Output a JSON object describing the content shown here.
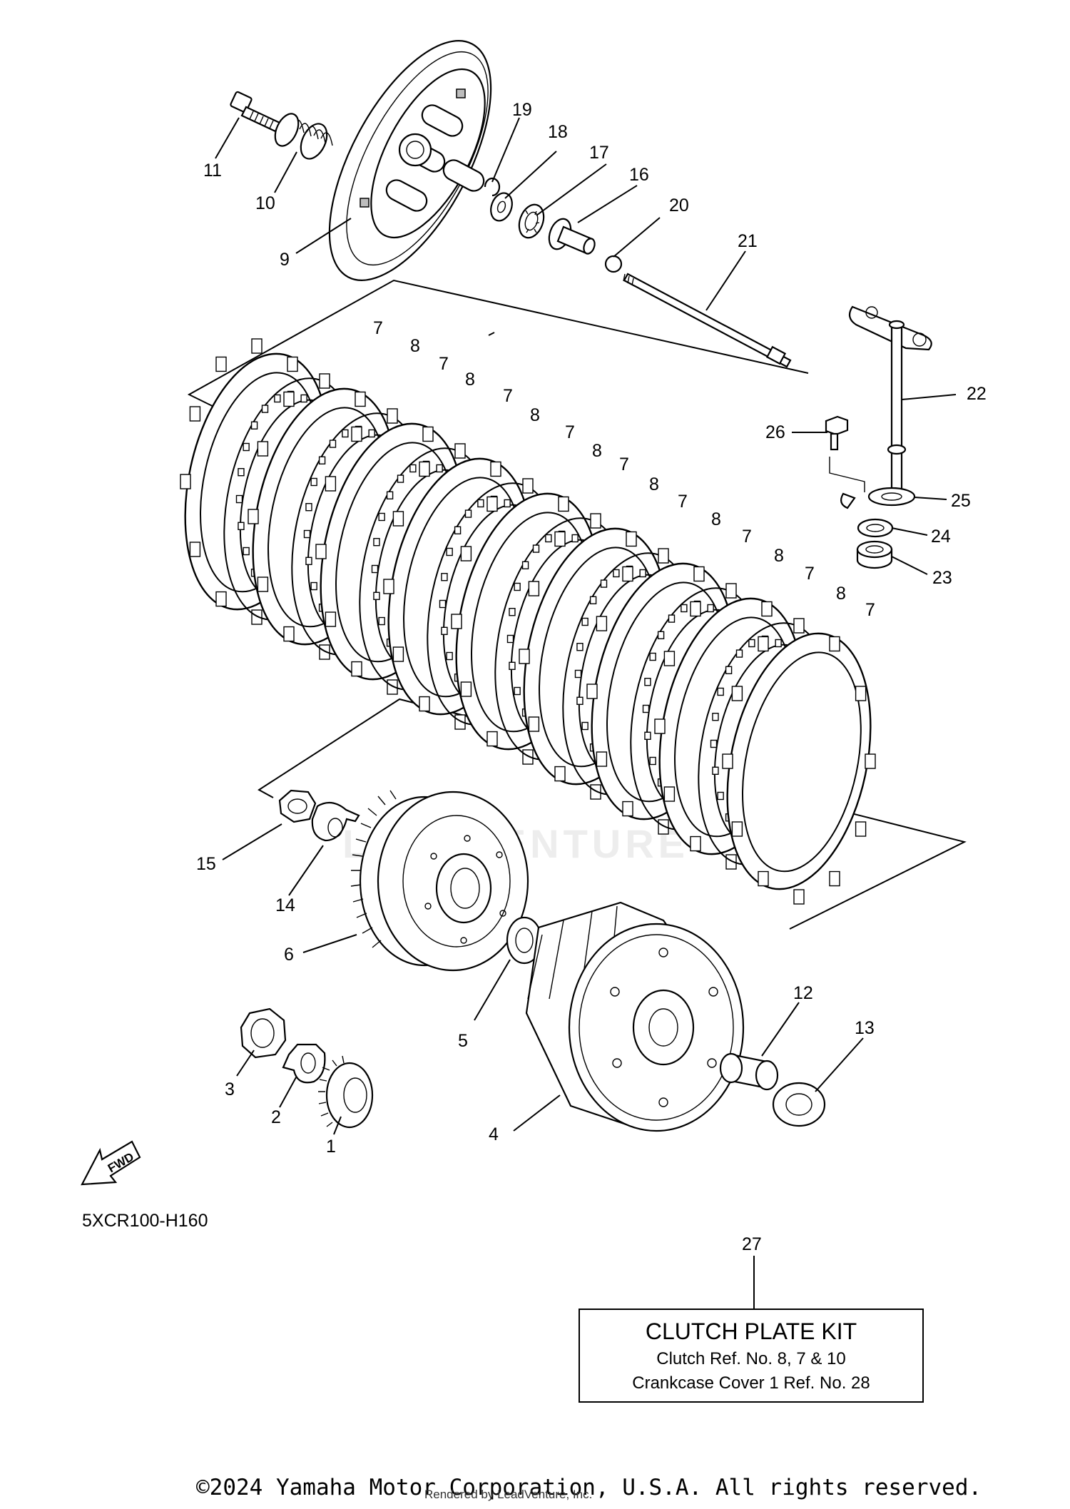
{
  "callouts": {
    "c1": "1",
    "c2": "2",
    "c3": "3",
    "c4": "4",
    "c5": "5",
    "c6": "6",
    "c7": "7",
    "c8": "8",
    "c9": "9",
    "c10": "10",
    "c11": "11",
    "c12": "12",
    "c13": "13",
    "c14": "14",
    "c15": "15",
    "c16": "16",
    "c17": "17",
    "c18": "18",
    "c19": "19",
    "c20": "20",
    "c21": "21",
    "c22": "22",
    "c23": "23",
    "c24": "24",
    "c25": "25",
    "c26": "26",
    "c27": "27"
  },
  "part_code": "5XCR100-H160",
  "fwd_label": "FWD",
  "kit": {
    "title": "CLUTCH PLATE KIT",
    "line1": "Clutch Ref. No. 8, 7 & 10",
    "line2": "Crankcase Cover 1 Ref. No. 28"
  },
  "copyright": "©2024 Yamaha Motor Corporation, U.S.A. All rights reserved.",
  "rendered_by": "Rendered by LeadVenture, Inc.",
  "watermark": "LEADVENTURE"
}
